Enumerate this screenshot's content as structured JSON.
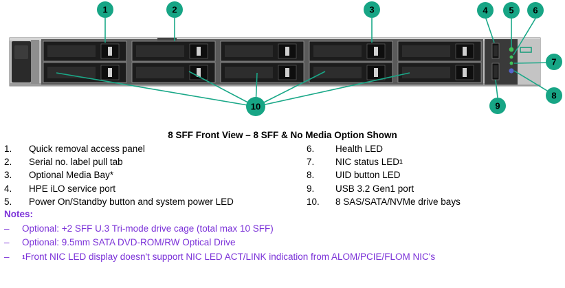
{
  "figure": {
    "title": "8 SFF Front View – 8 SFF & No Media Option Shown",
    "callouts": [
      "1",
      "2",
      "3",
      "4",
      "5",
      "6",
      "7",
      "8",
      "9",
      "10"
    ]
  },
  "legend": {
    "left": [
      {
        "num": "1.",
        "text": "Quick removal access panel"
      },
      {
        "num": "2.",
        "text": "Serial no. label pull tab"
      },
      {
        "num": "3.",
        "text": "Optional Media Bay*"
      },
      {
        "num": "4.",
        "text": "HPE iLO service port"
      },
      {
        "num": "5.",
        "text": "Power On/Standby button and system power LED"
      }
    ],
    "right": [
      {
        "num": "6.",
        "text": "Health LED"
      },
      {
        "num": "7.",
        "text": "NIC status LED",
        "sup": "1"
      },
      {
        "num": "8.",
        "text": "UID button LED"
      },
      {
        "num": "9.",
        "text": "USB 3.2 Gen1 port"
      },
      {
        "num": "10.",
        "text": "8 SAS/SATA/NVMe drive bays"
      }
    ]
  },
  "notes": {
    "heading": "Notes:",
    "dash": "–",
    "items": [
      {
        "sup": "",
        "text": "Optional: +2 SFF U.3 Tri-mode drive cage (total max 10 SFF)"
      },
      {
        "sup": "",
        "text": "Optional: 9.5mm SATA DVD-ROM/RW Optical Drive"
      },
      {
        "sup": "1",
        "text": "Front NIC LED display doesn't support NIC LED ACT/LINK indication from ALOM/PCIE/FLOM NIC's"
      }
    ]
  },
  "colors": {
    "callout": "#17a585",
    "notes": "#7b31d8",
    "chassis": "#b9b9b9",
    "bay": "#1c1c1c",
    "led_green": "#3ec35a",
    "led_blue": "#5566cc"
  }
}
